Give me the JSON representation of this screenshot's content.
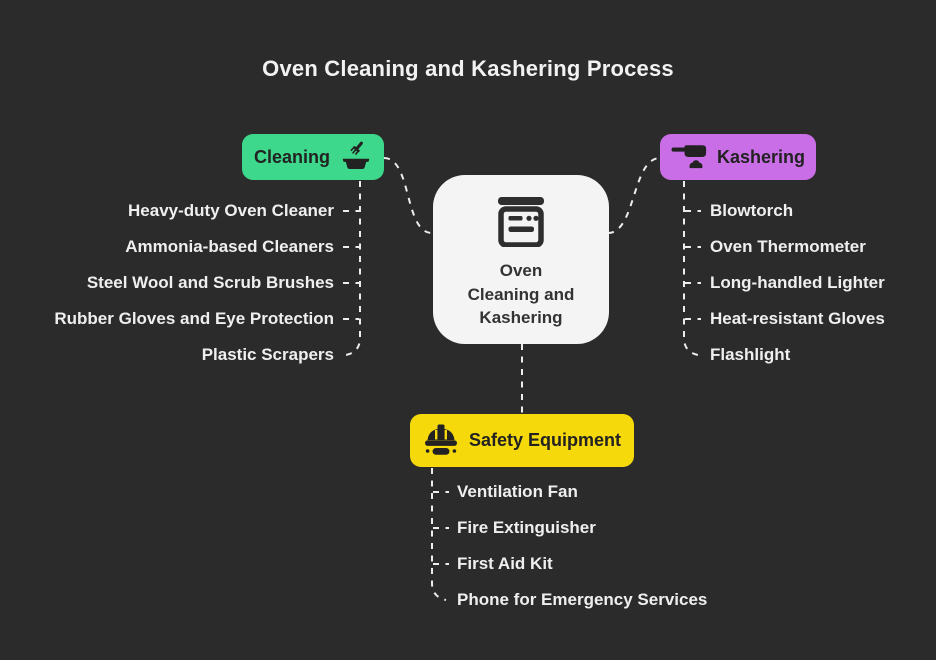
{
  "title": "Oven Cleaning and Kashering Process",
  "center_node": {
    "icon": "oven-icon",
    "line1": "Oven",
    "line2": "Cleaning and",
    "line3": "Kashering",
    "bg_color": "#f4f4f4",
    "text_color": "#333333"
  },
  "branches": {
    "cleaning": {
      "label": "Cleaning",
      "color": "#3ed88c",
      "icon": "wash-basin-brush-icon",
      "items": [
        "Heavy-duty Oven Cleaner",
        "Ammonia-based Cleaners",
        "Steel Wool and Scrub Brushes",
        "Rubber Gloves and Eye Protection",
        "Plastic Scrapers"
      ]
    },
    "kashering": {
      "label": "Kashering",
      "color": "#c96ee6",
      "icon": "pan-over-flame-icon",
      "items": [
        "Blowtorch",
        "Oven Thermometer",
        "Long-handled Lighter",
        "Heat-resistant Gloves",
        "Flashlight"
      ]
    },
    "safety": {
      "label": "Safety Equipment",
      "color": "#f5d90a",
      "icon": "hard-hat-icon",
      "items": [
        "Ventilation Fan",
        "Fire Extinguisher",
        "First Aid Kit",
        "Phone for Emergency Services"
      ]
    }
  },
  "style": {
    "background": "#2b2b2b",
    "connector_color": "#ededed",
    "leaf_text_color": "#efefef"
  }
}
